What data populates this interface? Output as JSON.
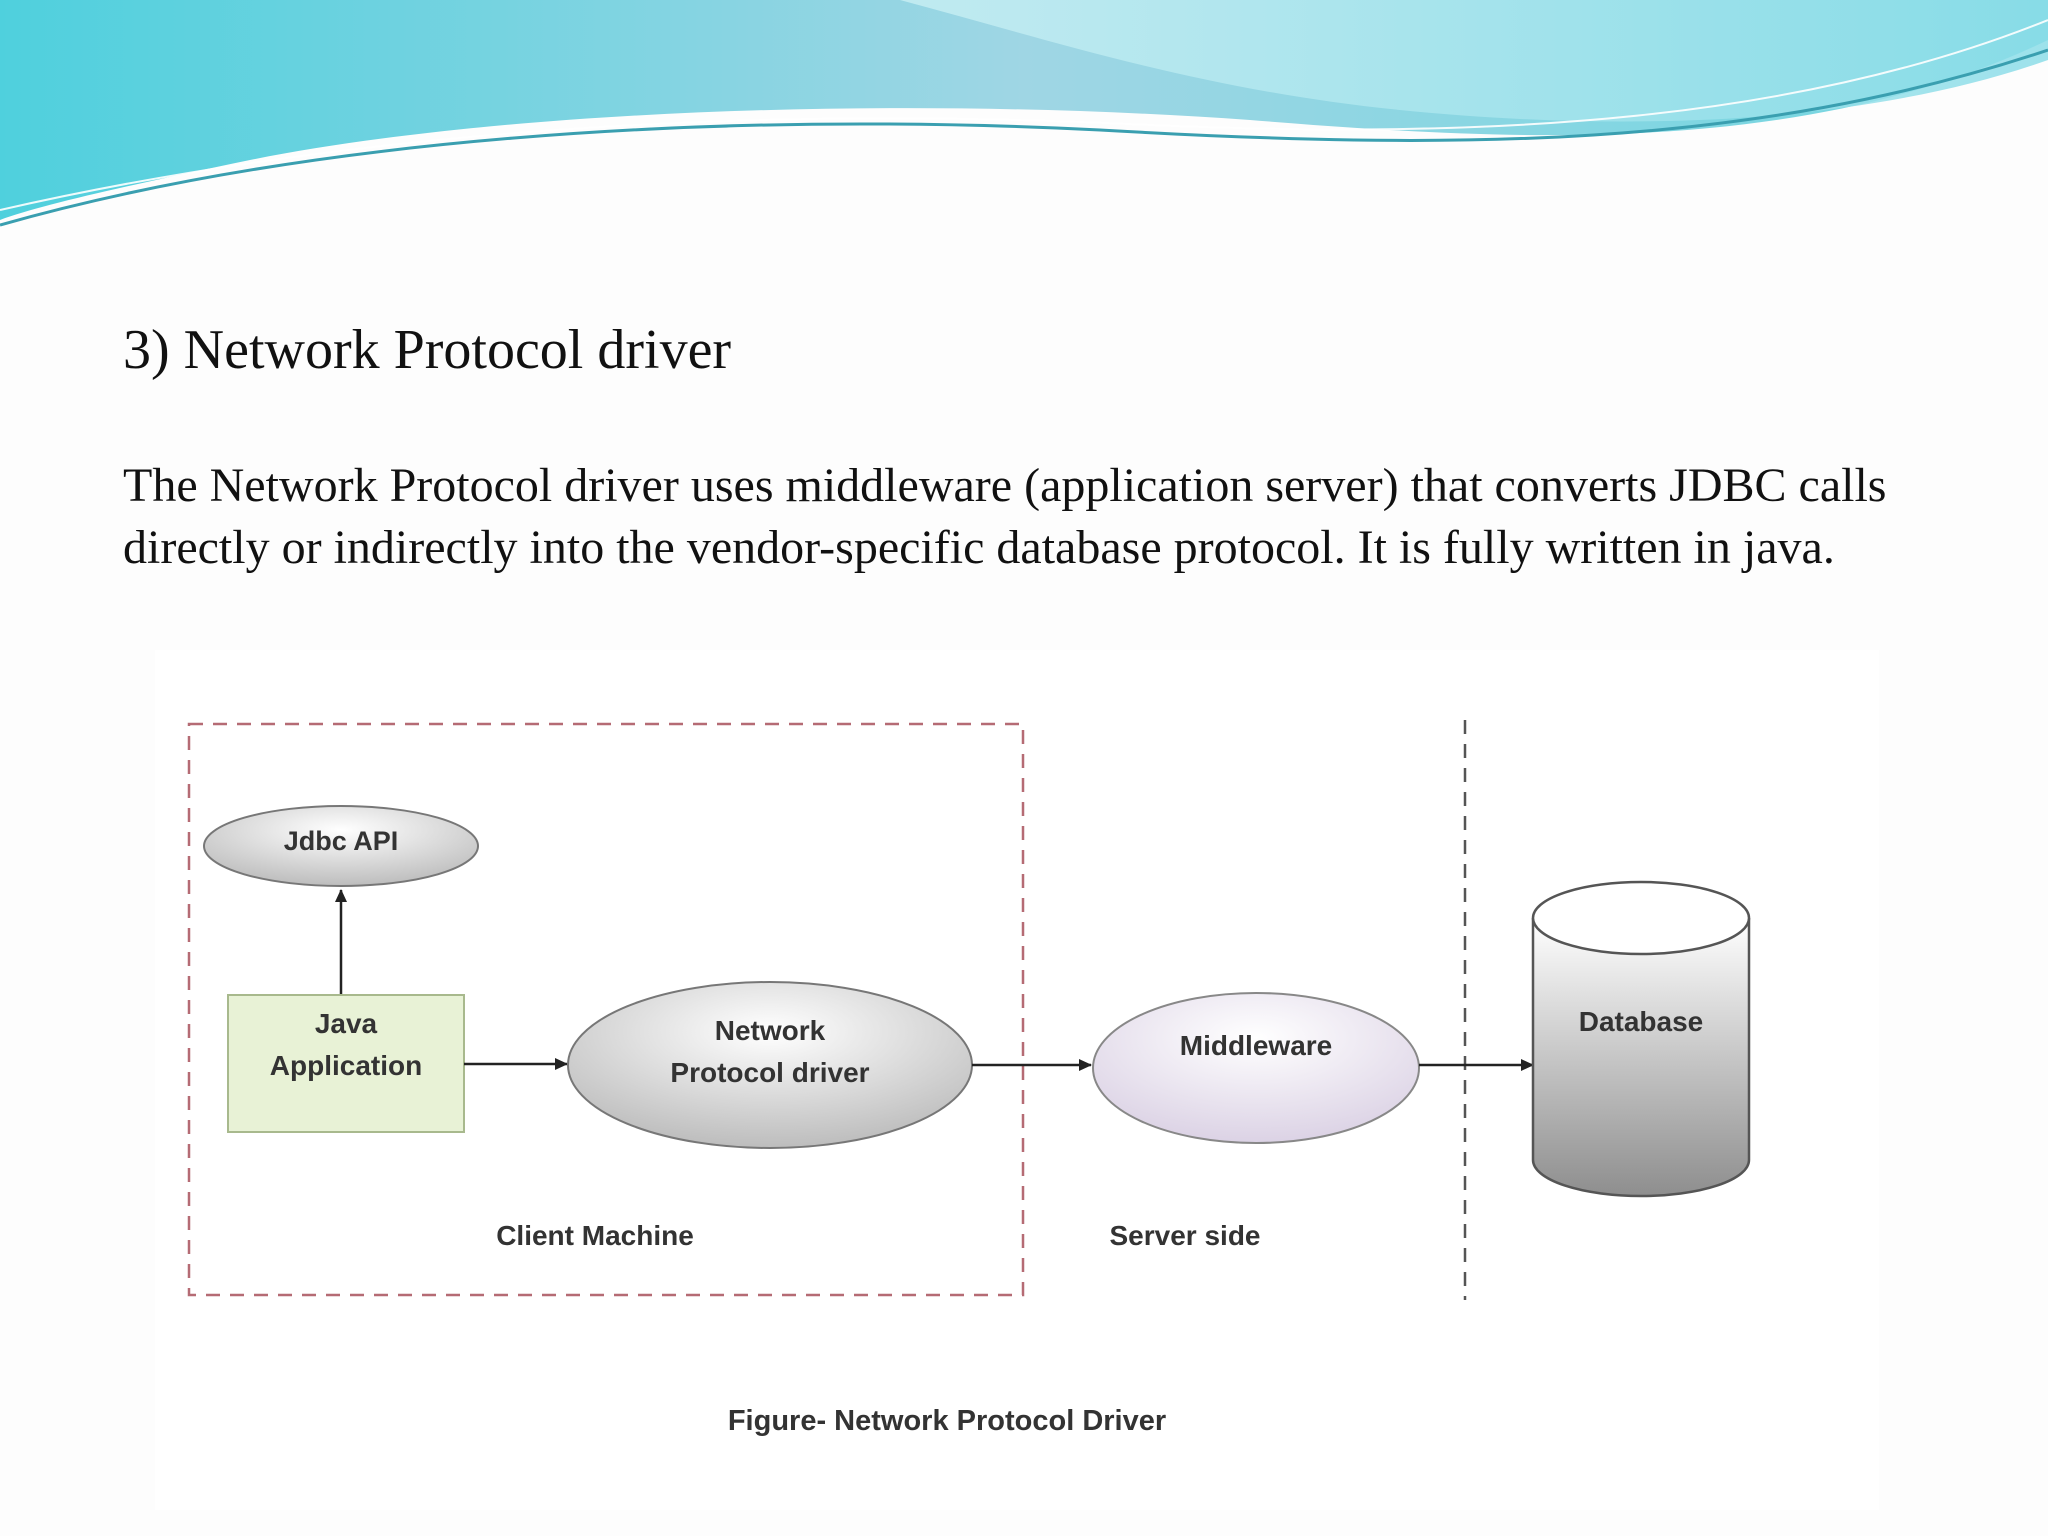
{
  "slide": {
    "heading": "3) Network Protocol driver",
    "paragraph_lines": [
      "The Network Protocol driver uses middleware (application server) that converts JDBC calls",
      "directly or indirectly into the vendor-specific database protocol. It is fully written in java."
    ]
  },
  "diagram": {
    "nodes": {
      "jdbc_api": "Jdbc API",
      "java_app_line1": "Java",
      "java_app_line2": "Application",
      "network_driver_line1": "Network",
      "network_driver_line2": "Protocol  driver",
      "middleware": "Middleware",
      "database": "Database"
    },
    "regions": {
      "client": "Client  Machine",
      "server": "Server side"
    },
    "caption": "Figure- Network Protocol Driver",
    "colors": {
      "wave_teal": "#5fcfdc",
      "wave_light": "#a8e4ec",
      "java_app_fill": "#e8f2d6",
      "ellipse_gray": "#d9d9d9",
      "middleware_fill": "#ece6f1",
      "dashed_border": "#c77f86"
    }
  }
}
